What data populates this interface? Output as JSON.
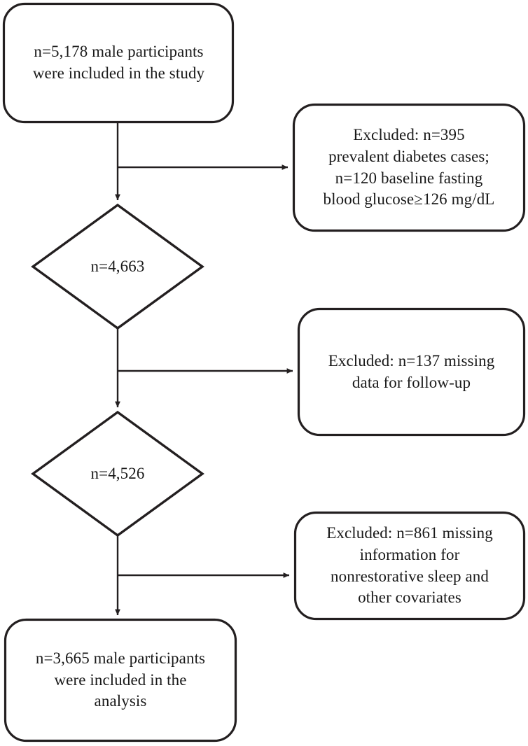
{
  "diagram": {
    "type": "participant-flow-chart",
    "title_text": "",
    "stroke_color": "#231f20",
    "fill_color": "#ffffff",
    "text_color": "#1a1a1a"
  },
  "nodes": {
    "enrollment_box": {
      "shape": "rounded-rectangle",
      "text": "n=5,178 male participants\nwere included in the study",
      "count": "5,178"
    },
    "exclusion_box_1": {
      "shape": "rounded-rectangle",
      "text": "Excluded: n=395\nprevalent diabetes cases;\nn=120 baseline fasting\nblood glucose≥126 mg/dL",
      "counts": [
        "395",
        "120"
      ]
    },
    "decision_1": {
      "shape": "diamond",
      "text": "n=4,663",
      "count": "4,663"
    },
    "exclusion_box_2": {
      "shape": "rounded-rectangle",
      "text": "Excluded: n=137 missing\ndata for follow-up",
      "counts": [
        "137"
      ]
    },
    "decision_2": {
      "shape": "diamond",
      "text": "n=4,526",
      "count": "4,526"
    },
    "exclusion_box_3": {
      "shape": "rounded-rectangle",
      "text": "Excluded: n=861 missing\ninformation for\nnonrestorative sleep and\nother covariates",
      "counts": [
        "861"
      ]
    },
    "analysis_box": {
      "shape": "rounded-rectangle",
      "text": "n=3,665 male participants\nwere included in the\nanalysis",
      "count": "3,665"
    }
  },
  "connectors": [
    {
      "name": "enrollment-to-decision-1",
      "kind": "vertical-arrow"
    },
    {
      "name": "branch-to-exclusion-1",
      "kind": "horizontal-arrow"
    },
    {
      "name": "decision-1-to-decision-2",
      "kind": "vertical-arrow"
    },
    {
      "name": "branch-to-exclusion-2",
      "kind": "horizontal-arrow"
    },
    {
      "name": "decision-2-to-analysis",
      "kind": "vertical-arrow"
    },
    {
      "name": "branch-to-exclusion-3",
      "kind": "horizontal-arrow"
    }
  ]
}
